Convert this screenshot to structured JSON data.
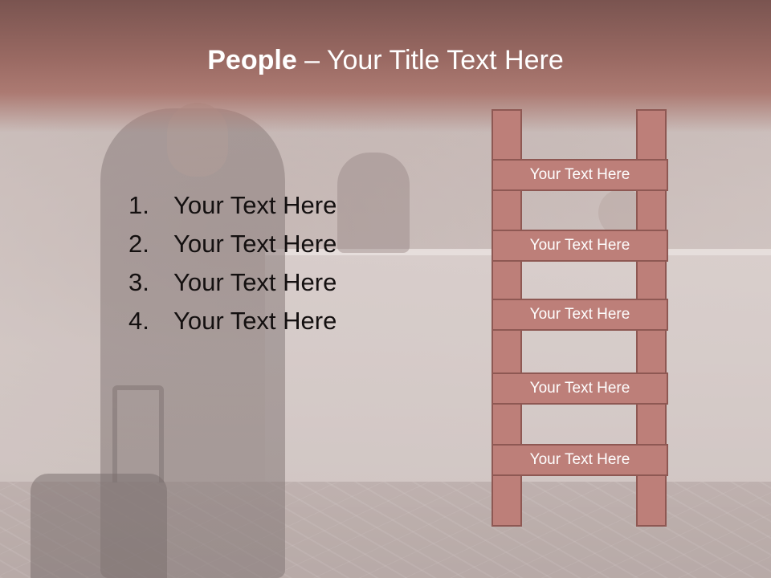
{
  "slide": {
    "title_bold": "People",
    "title_rest": " – Your Title Text Here",
    "list": [
      {
        "num": "1.",
        "text": "Your Text Here"
      },
      {
        "num": "2.",
        "text": "Your Text Here"
      },
      {
        "num": "3.",
        "text": "Your Text Here"
      },
      {
        "num": "4.",
        "text": "Your Text Here"
      }
    ],
    "ladder_rungs": [
      "Your Text Here",
      "Your Text Here",
      "Your Text Here",
      "Your Text Here",
      "Your Text Here"
    ]
  },
  "colors": {
    "title_band": "#9a6a63",
    "ladder_fill": "#bd7f79",
    "ladder_border": "#8e5853",
    "title_text": "#ffffff",
    "list_text": "#141010"
  }
}
